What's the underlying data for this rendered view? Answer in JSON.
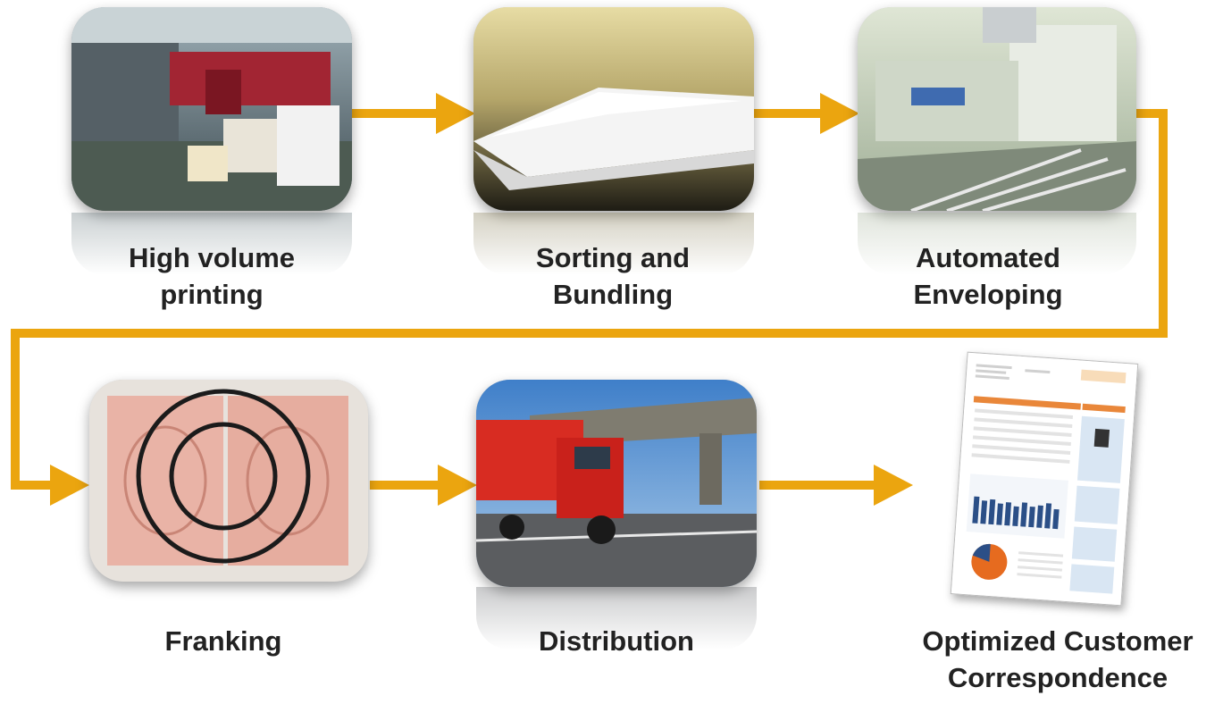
{
  "colors": {
    "arrow": "#eba50f",
    "label_text": "#222222"
  },
  "steps": [
    {
      "line1": "High volume",
      "line2": "printing",
      "image": "printing-press-photo"
    },
    {
      "line1": "Sorting and",
      "line2": "Bundling",
      "image": "paper-stack-photo"
    },
    {
      "line1": "Automated",
      "line2": "Enveloping",
      "image": "enveloping-machine-photo"
    },
    {
      "line1": "Franking",
      "line2": "",
      "image": "postage-stamp-photo"
    },
    {
      "line1": "Distribution",
      "line2": "",
      "image": "delivery-truck-photo"
    },
    {
      "line1": "Optimized Customer",
      "line2": "Correspondence",
      "image": "customer-statement-document"
    }
  ]
}
